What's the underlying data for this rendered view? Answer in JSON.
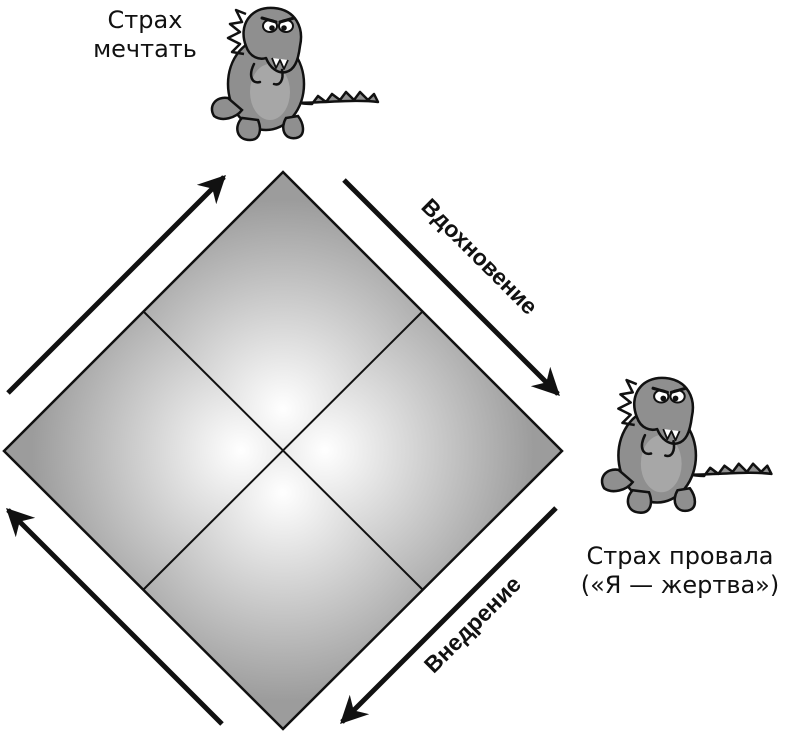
{
  "labels": {
    "fear_dream": [
      "Страх",
      "мечтать"
    ],
    "fear_failure": [
      "Страх провала",
      "(«Я — жертва»)"
    ],
    "inspiration": "Вдохновение",
    "implementation": "Внедрение"
  },
  "colors": {
    "stroke": "#111111",
    "diamond_light": "#ffffff",
    "diamond_dark": "#9e9e9e",
    "dino_body": "#8f8f8f",
    "dino_belly": "#b5b5b5"
  },
  "icons": {
    "character": "dinosaur-icon",
    "arrow": "arrow-icon"
  }
}
